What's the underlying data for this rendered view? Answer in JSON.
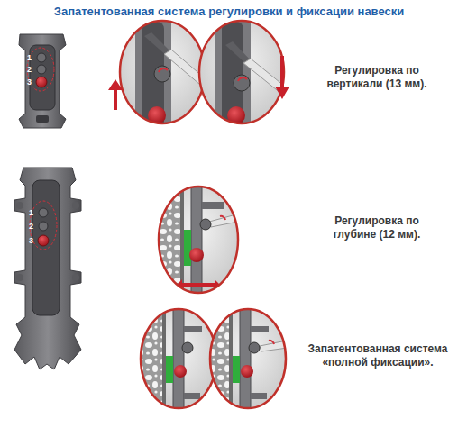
{
  "diagram": {
    "title": "Запатентованная система регулировки и фиксации навески",
    "labels": [
      "1",
      "2",
      "3",
      "Регулировка по вертикали (13 мм).",
      "Регулировка по глубине (12 мм).",
      "1",
      "2",
      "3",
      "Запатентованная система «полной фиксации»."
    ]
  }
}
